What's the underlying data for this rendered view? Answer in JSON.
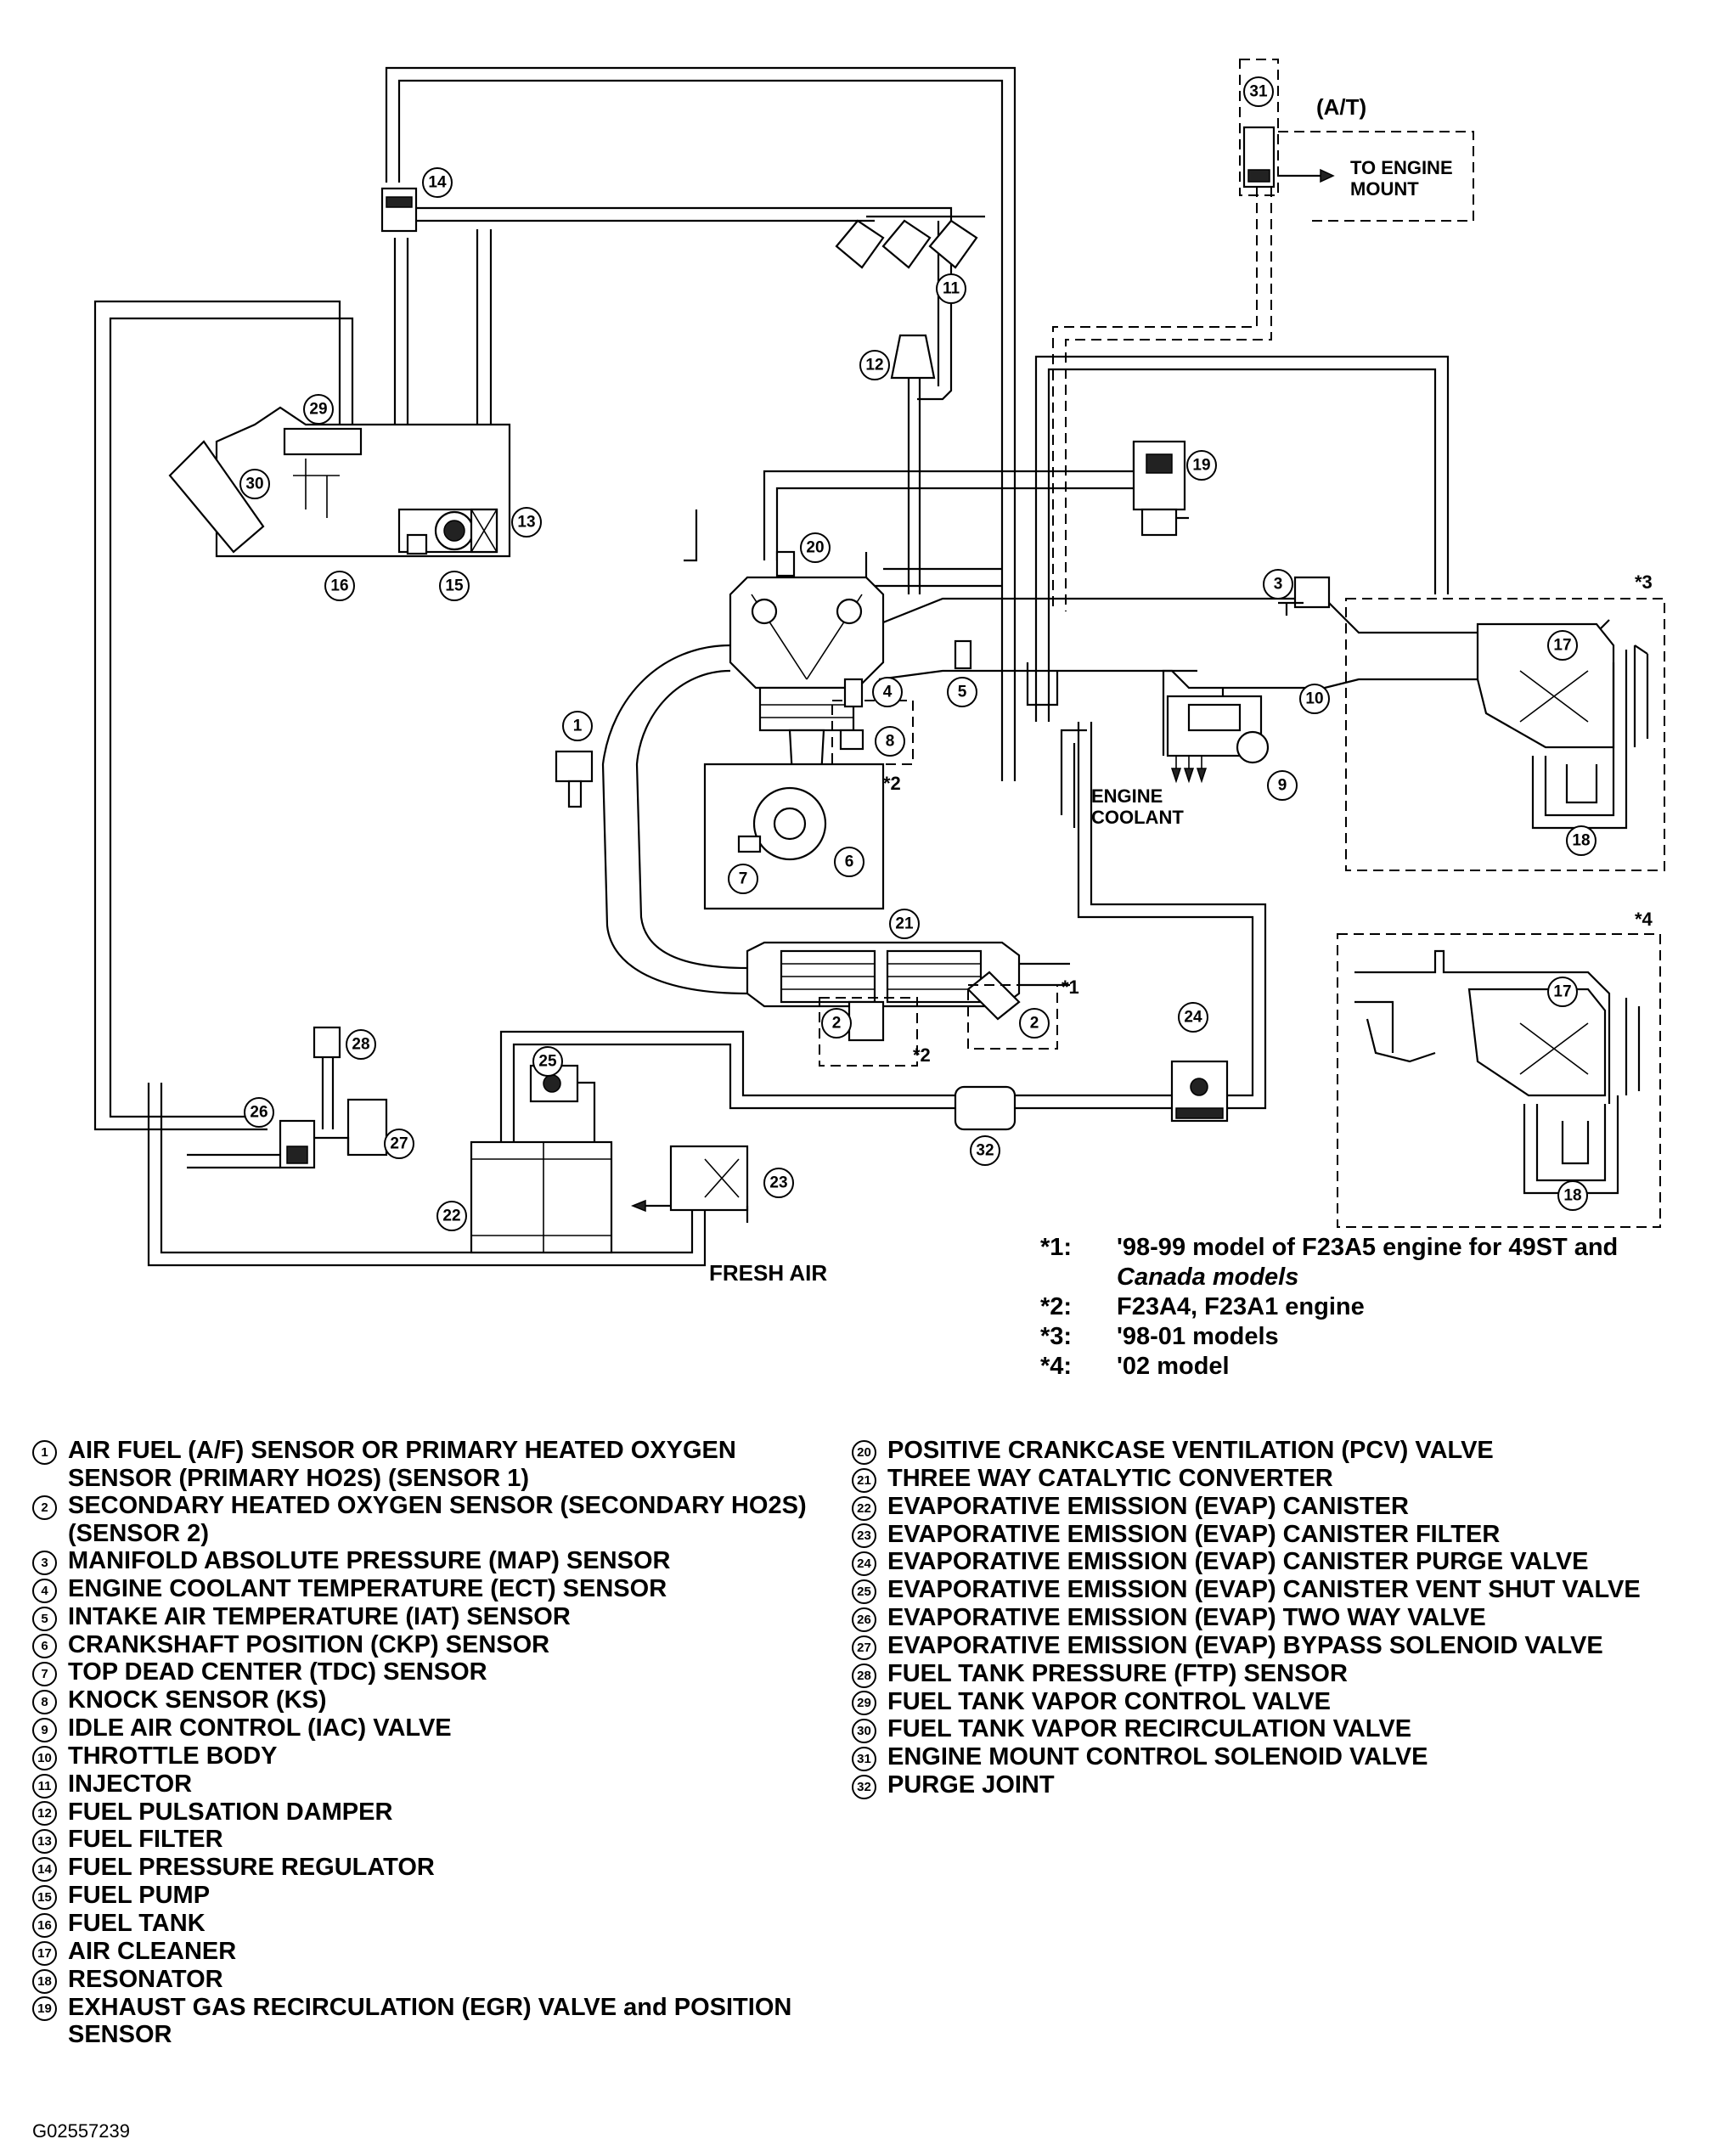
{
  "diagram_labels": {
    "at": "(A/T)",
    "to_engine_mount": [
      "TO ENGINE",
      "MOUNT"
    ],
    "engine_coolant": [
      "ENGINE",
      "COOLANT"
    ],
    "fresh_air": "FRESH AIR",
    "variant_1": "*1",
    "variant_2": "*2",
    "variant_3": "*3",
    "variant_4": "*4"
  },
  "callouts": [
    "1",
    "2",
    "3",
    "4",
    "5",
    "6",
    "7",
    "8",
    "9",
    "10",
    "11",
    "12",
    "13",
    "14",
    "15",
    "16",
    "17",
    "18",
    "19",
    "20",
    "21",
    "22",
    "23",
    "24",
    "25",
    "26",
    "27",
    "28",
    "29",
    "30",
    "31",
    "32"
  ],
  "notes": [
    {
      "key": "*1:",
      "lines": [
        "'98-99 model of F23A5 engine for 49ST and",
        "Canada models"
      ]
    },
    {
      "key": "*2:",
      "lines": [
        "F23A4, F23A1 engine"
      ]
    },
    {
      "key": "*3:",
      "lines": [
        "'98-01 models"
      ]
    },
    {
      "key": "*4:",
      "lines": [
        "'02 model"
      ]
    }
  ],
  "legend": [
    {
      "n": "1",
      "text": "AIR FUEL (A/F) SENSOR OR PRIMARY HEATED OXYGEN SENSOR (PRIMARY HO2S) (SENSOR 1)"
    },
    {
      "n": "2",
      "text": "SECONDARY HEATED OXYGEN SENSOR (SECONDARY HO2S) (SENSOR 2)"
    },
    {
      "n": "3",
      "text": "MANIFOLD ABSOLUTE PRESSURE (MAP) SENSOR"
    },
    {
      "n": "4",
      "text": "ENGINE COOLANT TEMPERATURE (ECT) SENSOR"
    },
    {
      "n": "5",
      "text": "INTAKE AIR TEMPERATURE (IAT) SENSOR"
    },
    {
      "n": "6",
      "text": "CRANKSHAFT POSITION (CKP) SENSOR"
    },
    {
      "n": "7",
      "text": "TOP DEAD CENTER (TDC) SENSOR"
    },
    {
      "n": "8",
      "text": "KNOCK SENSOR (KS)"
    },
    {
      "n": "9",
      "text": "IDLE AIR CONTROL (IAC) VALVE"
    },
    {
      "n": "10",
      "text": "THROTTLE BODY"
    },
    {
      "n": "11",
      "text": "INJECTOR"
    },
    {
      "n": "12",
      "text": "FUEL PULSATION DAMPER"
    },
    {
      "n": "13",
      "text": "FUEL FILTER"
    },
    {
      "n": "14",
      "text": "FUEL PRESSURE REGULATOR"
    },
    {
      "n": "15",
      "text": "FUEL PUMP"
    },
    {
      "n": "16",
      "text": "FUEL TANK"
    },
    {
      "n": "17",
      "text": "AIR CLEANER"
    },
    {
      "n": "18",
      "text": "RESONATOR"
    },
    {
      "n": "19",
      "text": "EXHAUST GAS RECIRCULATION (EGR) VALVE and POSITION SENSOR"
    },
    {
      "n": "20",
      "text": "POSITIVE CRANKCASE VENTILATION (PCV) VALVE"
    },
    {
      "n": "21",
      "text": "THREE WAY CATALYTIC CONVERTER"
    },
    {
      "n": "22",
      "text": "EVAPORATIVE EMISSION (EVAP) CANISTER"
    },
    {
      "n": "23",
      "text": "EVAPORATIVE EMISSION (EVAP) CANISTER FILTER"
    },
    {
      "n": "24",
      "text": "EVAPORATIVE EMISSION (EVAP) CANISTER PURGE VALVE"
    },
    {
      "n": "25",
      "text": "EVAPORATIVE EMISSION (EVAP) CANISTER VENT SHUT VALVE"
    },
    {
      "n": "26",
      "text": "EVAPORATIVE EMISSION (EVAP) TWO WAY VALVE"
    },
    {
      "n": "27",
      "text": "EVAPORATIVE EMISSION (EVAP) BYPASS SOLENOID VALVE"
    },
    {
      "n": "28",
      "text": "FUEL TANK PRESSURE (FTP) SENSOR"
    },
    {
      "n": "29",
      "text": "FUEL TANK VAPOR CONTROL VALVE"
    },
    {
      "n": "30",
      "text": "FUEL TANK VAPOR RECIRCULATION VALVE"
    },
    {
      "n": "31",
      "text": "ENGINE MOUNT CONTROL SOLENOID VALVE"
    },
    {
      "n": "32",
      "text": "PURGE JOINT"
    }
  ],
  "figure_id": "G02557239"
}
